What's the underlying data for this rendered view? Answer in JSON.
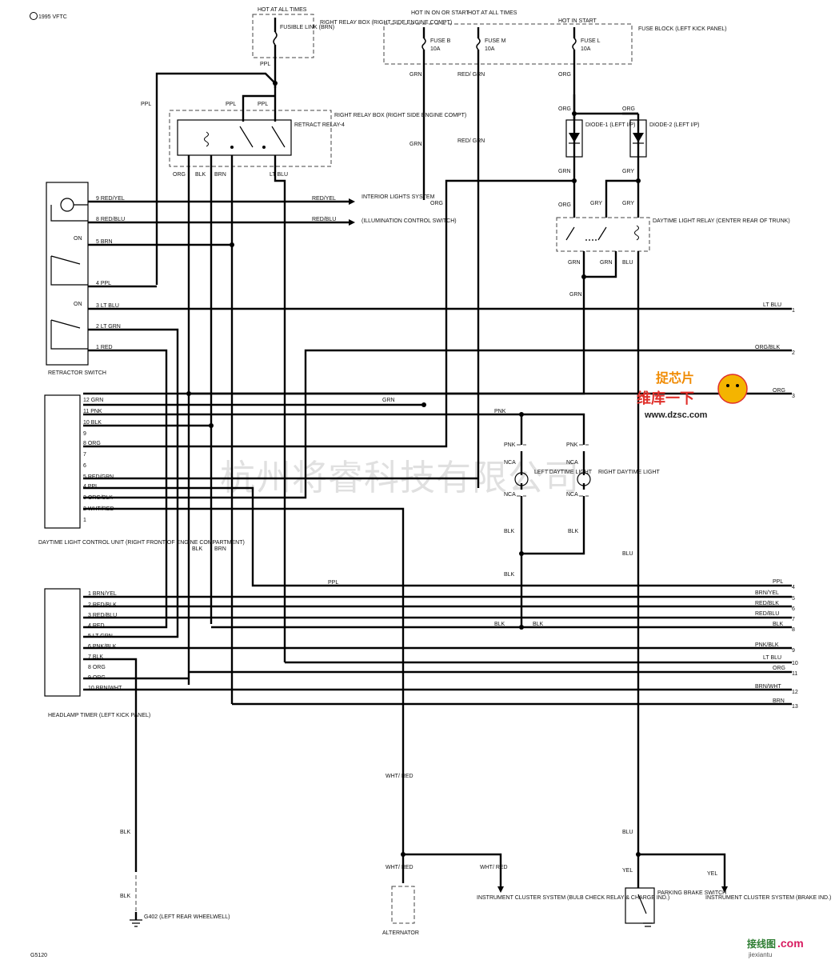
{
  "copyright": "1995 VFTC",
  "footer_code": "G5120",
  "watermark": "杭州将睿科技有限公司",
  "logo": {
    "top": "捉芯片",
    "middle": "维库一下",
    "url": "www.dzsc.com"
  },
  "site_mark": {
    "cn": "接线图",
    "dotcom": ".com",
    "url": "jiexiantu"
  },
  "power": {
    "hot_all_times_1": "HOT AT ALL TIMES",
    "hot_in_on": "HOT IN ON OR START",
    "hot_all_times_2": "HOT AT ALL TIMES",
    "hot_in_start": "HOT IN START",
    "fusible_link": "FUSIBLE LINK (BRN)",
    "right_relay_box": "RIGHT RELAY BOX (RIGHT SIDE ENGINE COMPT)",
    "fuse_b": "FUSE B",
    "fuse_b_amp": "10A",
    "fuse_m": "FUSE M",
    "fuse_m_amp": "10A",
    "fuse_l": "FUSE L",
    "fuse_l_amp": "10A",
    "fuse_block": "FUSE BLOCK (LEFT KICK PANEL)"
  },
  "retract_relay": {
    "title": "RETRACT RELAY-4",
    "location": "RIGHT RELAY BOX (RIGHT SIDE ENGINE COMPT)"
  },
  "diodes": {
    "d1": "DIODE-1 (LEFT I/P)",
    "d2": "DIODE-2 (LEFT I/P)"
  },
  "dtl_relay": "DAYTIME LIGHT RELAY (CENTER REAR OF TRUNK)",
  "interior": {
    "lights": "INTERIOR LIGHTS SYSTEM",
    "illum": "(ILLUMINATION CONTROL SWITCH)"
  },
  "retractor_switch": {
    "title": "RETRACTOR SWITCH",
    "on1": "ON",
    "on2": "ON",
    "pins": [
      "9 RED/YEL",
      "8 RED/BLU",
      "5 BRN",
      "4 PPL",
      "3 LT BLU",
      "2 LT GRN",
      "1 RED"
    ]
  },
  "dlcu": {
    "title": "DAYTIME LIGHT CONTROL UNIT (RIGHT FRONT OF ENGINE COMPARTMENT)",
    "pins": [
      "12 GRN",
      "11 PNK",
      "10 BLK",
      "9",
      "8 ORG",
      "7",
      "6",
      "5 RED/GRN",
      "4 PPL",
      "3 ORG/BLK",
      "2 WHT/RED",
      "1"
    ]
  },
  "headlamp_timer": {
    "title": "HEADLAMP TIMER (LEFT KICK PANEL)",
    "pins": [
      "1 BRN/YEL",
      "2 RED/BLK",
      "3 RED/BLU",
      "4 RED",
      "5 LT GRN",
      "6 PNK/BLK",
      "7 BLK",
      "8 ORG",
      "9 ORG",
      "10 BRN/WHT"
    ]
  },
  "lights": {
    "left": "LEFT DAYTIME LIGHT",
    "right": "RIGHT DAYTIME LIGHT",
    "nca": "NCA"
  },
  "right_edge": [
    {
      "label": "LT BLU",
      "num": "1"
    },
    {
      "label": "ORG/BLK",
      "num": "2"
    },
    {
      "label": "ORG",
      "num": "3"
    },
    {
      "label": "PPL",
      "num": "4"
    },
    {
      "label": "BRN/YEL",
      "num": "5"
    },
    {
      "label": "RED/BLK",
      "num": "6"
    },
    {
      "label": "RED/BLU",
      "num": "7"
    },
    {
      "label": "BLK",
      "num": "8"
    },
    {
      "label": "PNK/BLK",
      "num": "9"
    },
    {
      "label": "LT BLU",
      "num": "10"
    },
    {
      "label": "ORG",
      "num": "11"
    },
    {
      "label": "BRN/WHT",
      "num": "12"
    },
    {
      "label": "BRN",
      "num": "13"
    }
  ],
  "bottom": {
    "ground": "G402 (LEFT REAR WHEELWELL)",
    "alternator": "ALTERNATOR",
    "cluster1": "INSTRUMENT CLUSTER SYSTEM (BULB CHECK RELAY & CHARGE IND.)",
    "parking": "PARKING BRAKE SWITCH",
    "cluster2": "INSTRUMENT CLUSTER SYSTEM (BRAKE IND.)"
  },
  "wire_labels": {
    "ppl": "PPL",
    "grn": "GRN",
    "red_grn": "RED/ GRN",
    "org": "ORG",
    "gry": "GRY",
    "blk": "BLK",
    "brn": "BRN",
    "lt_blu": "LT BLU",
    "blu": "BLU",
    "pnk": "PNK",
    "wht_red": "WHT/ RED",
    "yel": "YEL",
    "red_yel": "RED/YEL",
    "red_blu": "RED/BLU"
  }
}
